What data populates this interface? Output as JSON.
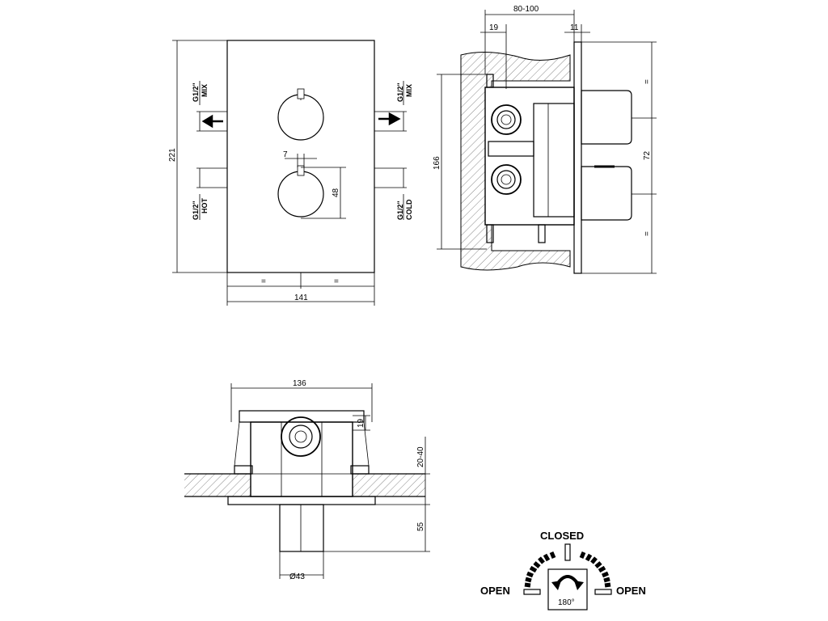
{
  "front_view": {
    "dim_height": "221",
    "dim_width": "141",
    "dim_pin": "7",
    "dim_knob": "48",
    "equal_mark": "=",
    "mix_left": {
      "size": "G1/2\"",
      "name": "MIX"
    },
    "mix_right": {
      "size": "G1/2\"",
      "name": "MIX"
    },
    "hot": {
      "size": "G1/2\"",
      "name": "HOT"
    },
    "cold": {
      "size": "G1/2\"",
      "name": "COLD"
    }
  },
  "side_view": {
    "dim_depth": "80-100",
    "dim_19": "19",
    "dim_11": "11",
    "dim_166": "166",
    "dim_72": "72",
    "equal_mark": "="
  },
  "top_view": {
    "dim_136": "136",
    "dim_19": "19",
    "dim_20_40": "20-40",
    "dim_55": "55",
    "dim_diam": "Ø43"
  },
  "rotation": {
    "closed": "CLOSED",
    "open_left": "OPEN",
    "open_right": "OPEN",
    "angle": "180°"
  }
}
